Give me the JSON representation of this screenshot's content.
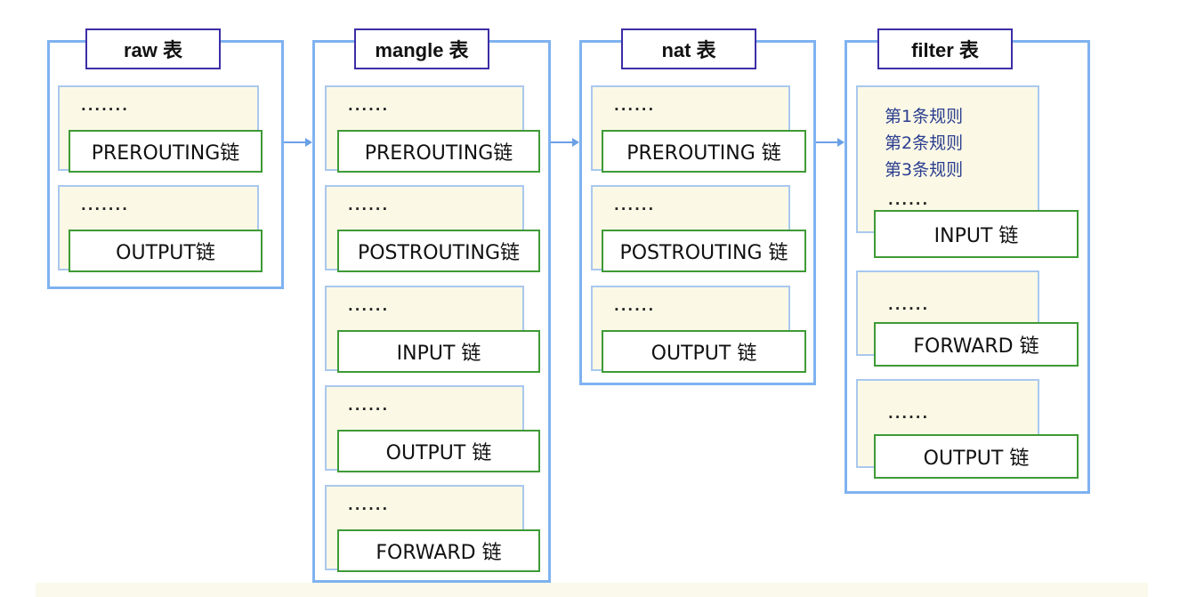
{
  "tables": [
    {
      "title": "raw 表",
      "chains": [
        {
          "label": "PREROUTING链",
          "dots": "......."
        },
        {
          "label": "OUTPUT链",
          "dots": "......."
        }
      ]
    },
    {
      "title": "mangle 表",
      "chains": [
        {
          "label": "PREROUTING链",
          "dots": "......"
        },
        {
          "label": "POSTROUTING链",
          "dots": "......"
        },
        {
          "label": "INPUT 链",
          "dots": "......"
        },
        {
          "label": "OUTPUT 链",
          "dots": "......"
        },
        {
          "label": "FORWARD 链",
          "dots": "......"
        }
      ]
    },
    {
      "title": "nat 表",
      "chains": [
        {
          "label": "PREROUTING 链",
          "dots": "......"
        },
        {
          "label": "POSTROUTING 链",
          "dots": "......"
        },
        {
          "label": "OUTPUT 链",
          "dots": "......"
        }
      ]
    },
    {
      "title": "filter 表",
      "chains": [
        {
          "label": "INPUT 链",
          "dots": "......",
          "rules": [
            "第1条规则",
            "第2条规则",
            "第3条规则"
          ]
        },
        {
          "label": "FORWARD 链",
          "dots": "......"
        },
        {
          "label": "OUTPUT 链",
          "dots": "......"
        }
      ]
    }
  ],
  "colors": {
    "table_border": "#7fb2f0",
    "title_border": "#3c2ea6",
    "chain_border": "#3e9a35",
    "chain_background": "#fbf9e6",
    "rule_text": "#2b3d8f"
  }
}
